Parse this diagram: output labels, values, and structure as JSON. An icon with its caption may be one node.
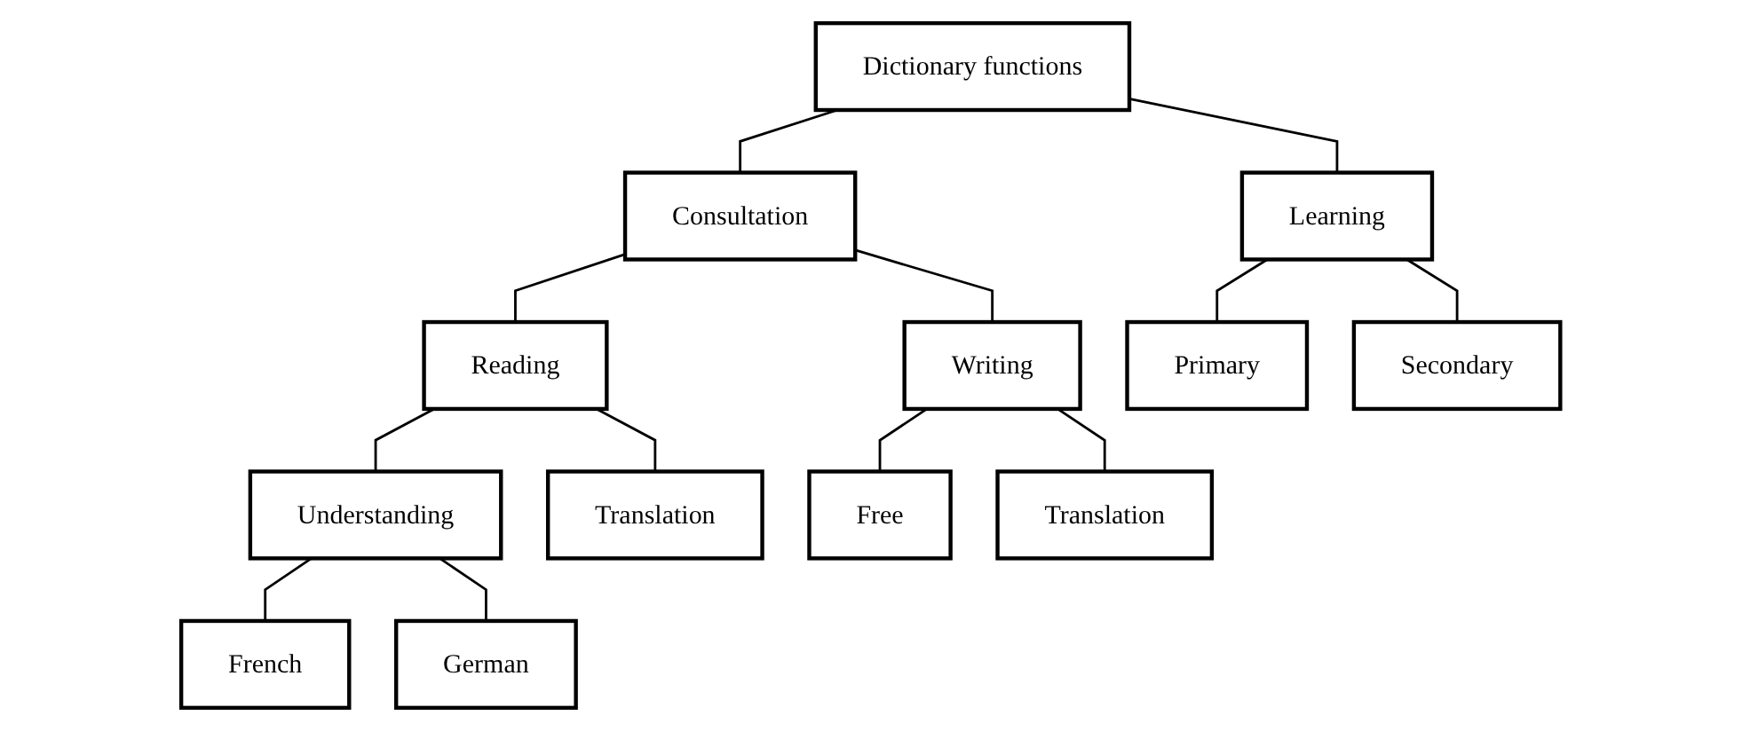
{
  "diagram": {
    "nodes": [
      {
        "text": [
          "Dictionary functions"
        ]
      },
      {
        "text": [
          "Consultation"
        ]
      },
      {
        "text": [
          "Learning"
        ]
      },
      {
        "text": [
          "Reading"
        ]
      },
      {
        "text": [
          "Writing"
        ]
      },
      {
        "text": [
          "Primary"
        ]
      },
      {
        "text": [
          "Secondary"
        ]
      },
      {
        "text": [
          "Understanding"
        ]
      },
      {
        "text": [
          "Translation"
        ]
      },
      {
        "text": [
          "Free"
        ]
      },
      {
        "text": [
          "Translation"
        ]
      },
      {
        "text": [
          "French"
        ]
      },
      {
        "text": [
          "German"
        ]
      }
    ],
    "edges": [
      {
        "from": 0,
        "to": 1,
        "arrow": "none"
      },
      {
        "from": 0,
        "to": 2,
        "arrow": "none"
      },
      {
        "from": 1,
        "to": 3,
        "arrow": "none"
      },
      {
        "from": 1,
        "to": 4,
        "arrow": "none"
      },
      {
        "from": 2,
        "to": 5,
        "arrow": "none"
      },
      {
        "from": 2,
        "to": 6,
        "arrow": "none"
      },
      {
        "from": 3,
        "to": 7,
        "arrow": "none"
      },
      {
        "from": 3,
        "to": 8,
        "arrow": "none"
      },
      {
        "from": 4,
        "to": 9,
        "arrow": "none"
      },
      {
        "from": 4,
        "to": 10,
        "arrow": "none"
      },
      {
        "from": 7,
        "to": 11,
        "arrow": "none"
      },
      {
        "from": 7,
        "to": 12,
        "arrow": "none"
      }
    ]
  }
}
